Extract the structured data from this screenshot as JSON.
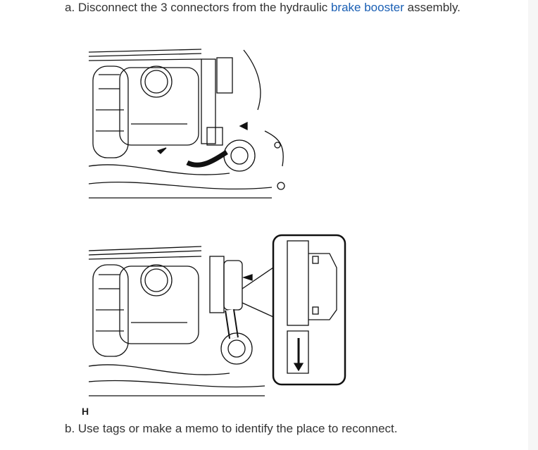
{
  "steps": {
    "a_prefix": "a. Disconnect the 3 connectors from the hydraulic ",
    "a_link": "brake booster",
    "a_suffix": " assembly.",
    "b": "b. Use tags or make a memo to identify the place to reconnect."
  },
  "figure_label": "H"
}
